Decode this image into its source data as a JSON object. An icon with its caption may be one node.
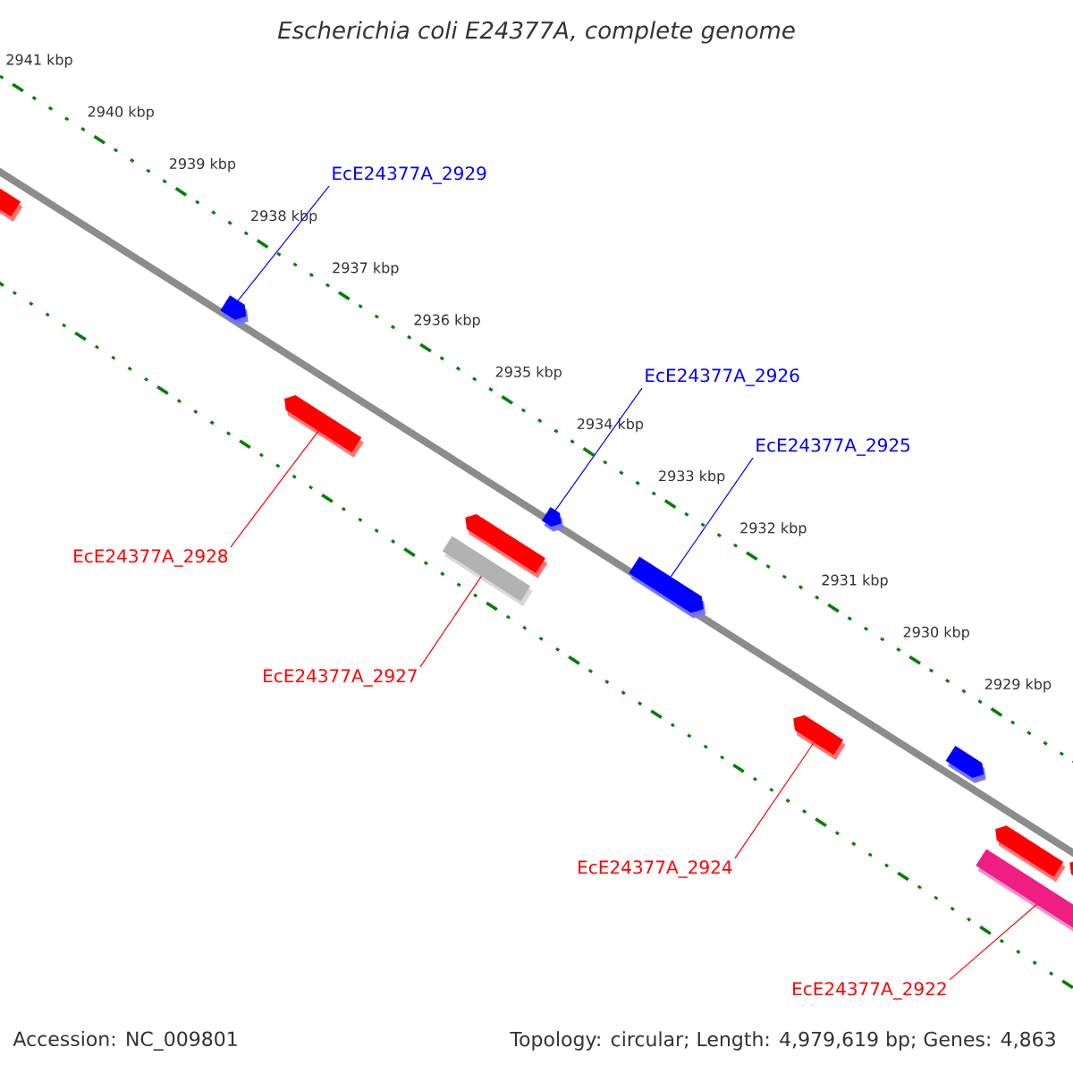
{
  "diagram": {
    "title": "Escherichia coli E24377A, complete genome",
    "nodes": [
      {
        "text": [
          "EcE24377A_2929"
        ]
      },
      {
        "text": [],
        "shape": "arrow"
      },
      {
        "text": [],
        "shape": "arrow"
      },
      {
        "text": [
          "EcE24377A_2926"
        ]
      },
      {
        "text": [],
        "shape": "arrow"
      },
      {
        "text": [
          "EcE24377A_2925"
        ]
      },
      {
        "text": [],
        "shape": "arrow"
      },
      {
        "text": [],
        "shape": "arrow"
      },
      {
        "text": [],
        "shape": "box"
      },
      {
        "text": [
          "EcE24377A_2928"
        ]
      },
      {
        "text": [],
        "shape": "arrow"
      },
      {
        "text": [
          "EcE24377A_2927"
        ]
      },
      {
        "text": [],
        "shape": "arrow"
      },
      {
        "text": [],
        "shape": "arrow"
      },
      {
        "text": [
          "EcE24377A_2924"
        ]
      },
      {
        "text": [],
        "shape": "arrow"
      },
      {
        "text": [],
        "shape": "arrow"
      },
      {
        "text": [],
        "shape": "box"
      },
      {
        "text": [
          "EcE24377A_2922"
        ]
      }
    ],
    "edges": [
      {
        "from": 0,
        "to": 2,
        "arrow": "none",
        "color": "#0000ff"
      },
      {
        "from": 3,
        "to": 6,
        "arrow": "none",
        "color": "#0000ff"
      },
      {
        "from": 5,
        "to": 10,
        "arrow": "none",
        "color": "#0000ff"
      },
      {
        "from": 9,
        "to": 4,
        "arrow": "none"
      },
      {
        "from": 11,
        "to": 8,
        "arrow": "none"
      },
      {
        "from": 14,
        "to": 12,
        "arrow": "none"
      },
      {
        "from": 18,
        "to": 17,
        "arrow": "none"
      }
    ],
    "labels": [
      "2941 kbp",
      "2940 kbp",
      "2939 kbp",
      "2938 kbp",
      "2937 kbp",
      "2936 kbp",
      "2935 kbp",
      "2934 kbp",
      "2933 kbp",
      "2932 kbp",
      "2931 kbp",
      "2930 kbp",
      "2929 kbp",
      "Accession: NC_009801",
      "Topology: circular; Length: 4,979,619 bp; Genes: 4,863"
    ]
  }
}
